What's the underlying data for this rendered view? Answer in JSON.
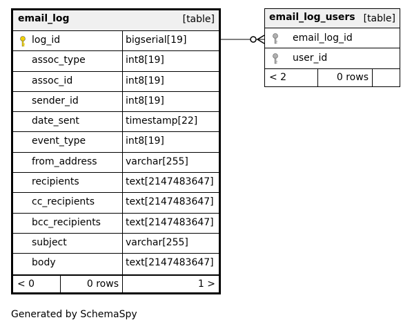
{
  "tables": [
    {
      "name": "email_log",
      "kind": "[table]",
      "columns": [
        {
          "name": "log_id",
          "type": "bigserial[19]",
          "key": "primary"
        },
        {
          "name": "assoc_type",
          "type": "int8[19]",
          "key": ""
        },
        {
          "name": "assoc_id",
          "type": "int8[19]",
          "key": ""
        },
        {
          "name": "sender_id",
          "type": "int8[19]",
          "key": ""
        },
        {
          "name": "date_sent",
          "type": "timestamp[22]",
          "key": ""
        },
        {
          "name": "event_type",
          "type": "int8[19]",
          "key": ""
        },
        {
          "name": "from_address",
          "type": "varchar[255]",
          "key": ""
        },
        {
          "name": "recipients",
          "type": "text[2147483647]",
          "key": ""
        },
        {
          "name": "cc_recipients",
          "type": "text[2147483647]",
          "key": ""
        },
        {
          "name": "bcc_recipients",
          "type": "text[2147483647]",
          "key": ""
        },
        {
          "name": "subject",
          "type": "varchar[255]",
          "key": ""
        },
        {
          "name": "body",
          "type": "text[2147483647]",
          "key": ""
        }
      ],
      "footer": {
        "parents": "< 0",
        "rows": "0 rows",
        "children": "1 >"
      }
    },
    {
      "name": "email_log_users",
      "kind": "[table]",
      "columns": [
        {
          "name": "email_log_id",
          "key": "foreign"
        },
        {
          "name": "user_id",
          "key": "foreign"
        }
      ],
      "footer": {
        "parents": "< 2",
        "rows": "0 rows"
      }
    }
  ],
  "relationships": [
    {
      "from": "email_log.log_id",
      "to": "email_log_users.email_log_id",
      "cardinality": "one-to-zero-or-many"
    }
  ],
  "colors": {
    "header_bg": "#f0f0f0",
    "primary_key": "#f0d000",
    "foreign_key": "#b0b0b0",
    "border": "#000000"
  },
  "caption": "Generated by SchemaSpy"
}
